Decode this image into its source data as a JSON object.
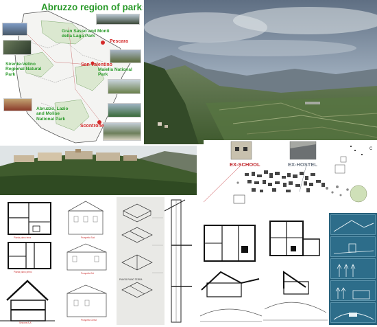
{
  "map": {
    "title": "Abruzzo region of parks",
    "parks": {
      "gran_sasso": "Gran Sasso and Monti della Laga Park",
      "sirente": "Sirente-Velino Regional Natural Park",
      "maiella": "Maiella National Park",
      "abruzzo_lazio": "Abruzzo, Lazio and Molise National Park"
    },
    "cities": {
      "pescara": "Pescara",
      "san_valentino": "San Valentino",
      "scontrone": "Scontrone"
    },
    "colors": {
      "park_green": "#2a9a2a",
      "city_red": "#d42a2a"
    }
  },
  "settlement": {
    "ex_school": "EX-SCHOOL",
    "ex_hostel": "EX-HOSTEL",
    "colors": {
      "ex_school": "#c0282d",
      "ex_hostel": "#707a86"
    }
  },
  "drawings": {
    "captions": {
      "piano_terra": "Pianta piano terra",
      "piano_primo": "Pianta piano primo",
      "sezione": "Sezione A-A'",
      "prospetto_sud": "Prospetto Sud",
      "prospetto_est": "Prospetto Est",
      "prospetto_ovest": "Prospetto Ovest",
      "piano_terra_caps": "PIANTA PIANO TERRA"
    }
  },
  "icons": [
    "mountain-photo-icon",
    "compass-icon"
  ]
}
